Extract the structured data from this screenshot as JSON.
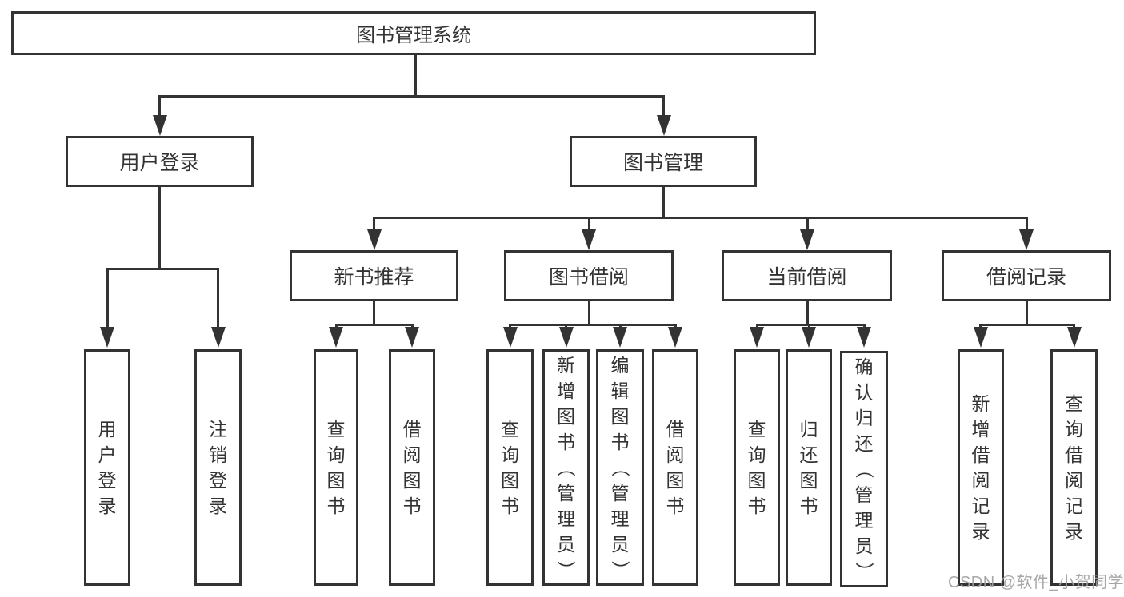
{
  "tree": {
    "root": {
      "label": "图书管理系统"
    },
    "level1": [
      {
        "label": "用户登录",
        "children": [
          {
            "label": "用户登录"
          },
          {
            "label": "注销登录"
          }
        ]
      },
      {
        "label": "图书管理",
        "children": [
          {
            "label": "新书推荐",
            "children": [
              {
                "label": "查询图书"
              },
              {
                "label": "借阅图书"
              }
            ]
          },
          {
            "label": "图书借阅",
            "children": [
              {
                "label": "查询图书"
              },
              {
                "label": "新增图书（管理员）"
              },
              {
                "label": "编辑图书（管理员）"
              },
              {
                "label": "借阅图书"
              }
            ]
          },
          {
            "label": "当前借阅",
            "children": [
              {
                "label": "查询图书"
              },
              {
                "label": "归还图书"
              },
              {
                "label": "确认归还（管理员）"
              }
            ]
          },
          {
            "label": "借阅记录",
            "children": [
              {
                "label": "新增借阅记录"
              },
              {
                "label": "查询借阅记录"
              }
            ]
          }
        ]
      }
    ]
  },
  "watermark": {
    "text": "CSDN @软件_小贺同学"
  },
  "colors": {
    "line": "#333333",
    "text": "#333333",
    "box_bg": "#ffffff",
    "watermark": "#a0a0a0"
  }
}
